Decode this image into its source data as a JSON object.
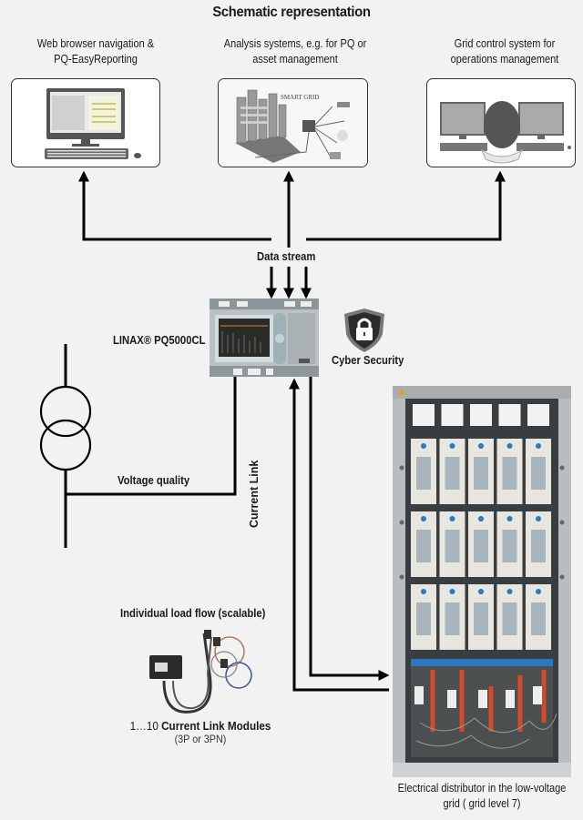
{
  "title": "Schematic representation",
  "top_systems": [
    {
      "caption_line1": "Web browser navigation &",
      "caption_line2": "PQ-EasyReporting",
      "icon": "desktop-computer-icon"
    },
    {
      "caption_line1": "Analysis systems, e.g. for PQ or",
      "caption_line2": "asset management",
      "icon": "smart-grid-illustration",
      "image_text": "SMART GRID"
    },
    {
      "caption_line1": "Grid control system for",
      "caption_line2": "operations management",
      "icon": "operator-workstation-icon"
    }
  ],
  "data_stream_label": "Data stream",
  "device": {
    "name": "LINAX® PQ5000CL"
  },
  "cyber_security_label": "Cyber Security",
  "voltage_quality_label": "Voltage quality",
  "current_link_label": "Current Link",
  "load_flow": {
    "title": "Individual load flow (scalable)",
    "modules_prefix": "1…10 ",
    "modules_bold": "Current Link Modules",
    "modules_sub": "(3P or 3PN)"
  },
  "distributor": {
    "caption_line1": "Electrical distributor in the low-voltage",
    "caption_line2": "grid ( grid level 7)"
  }
}
